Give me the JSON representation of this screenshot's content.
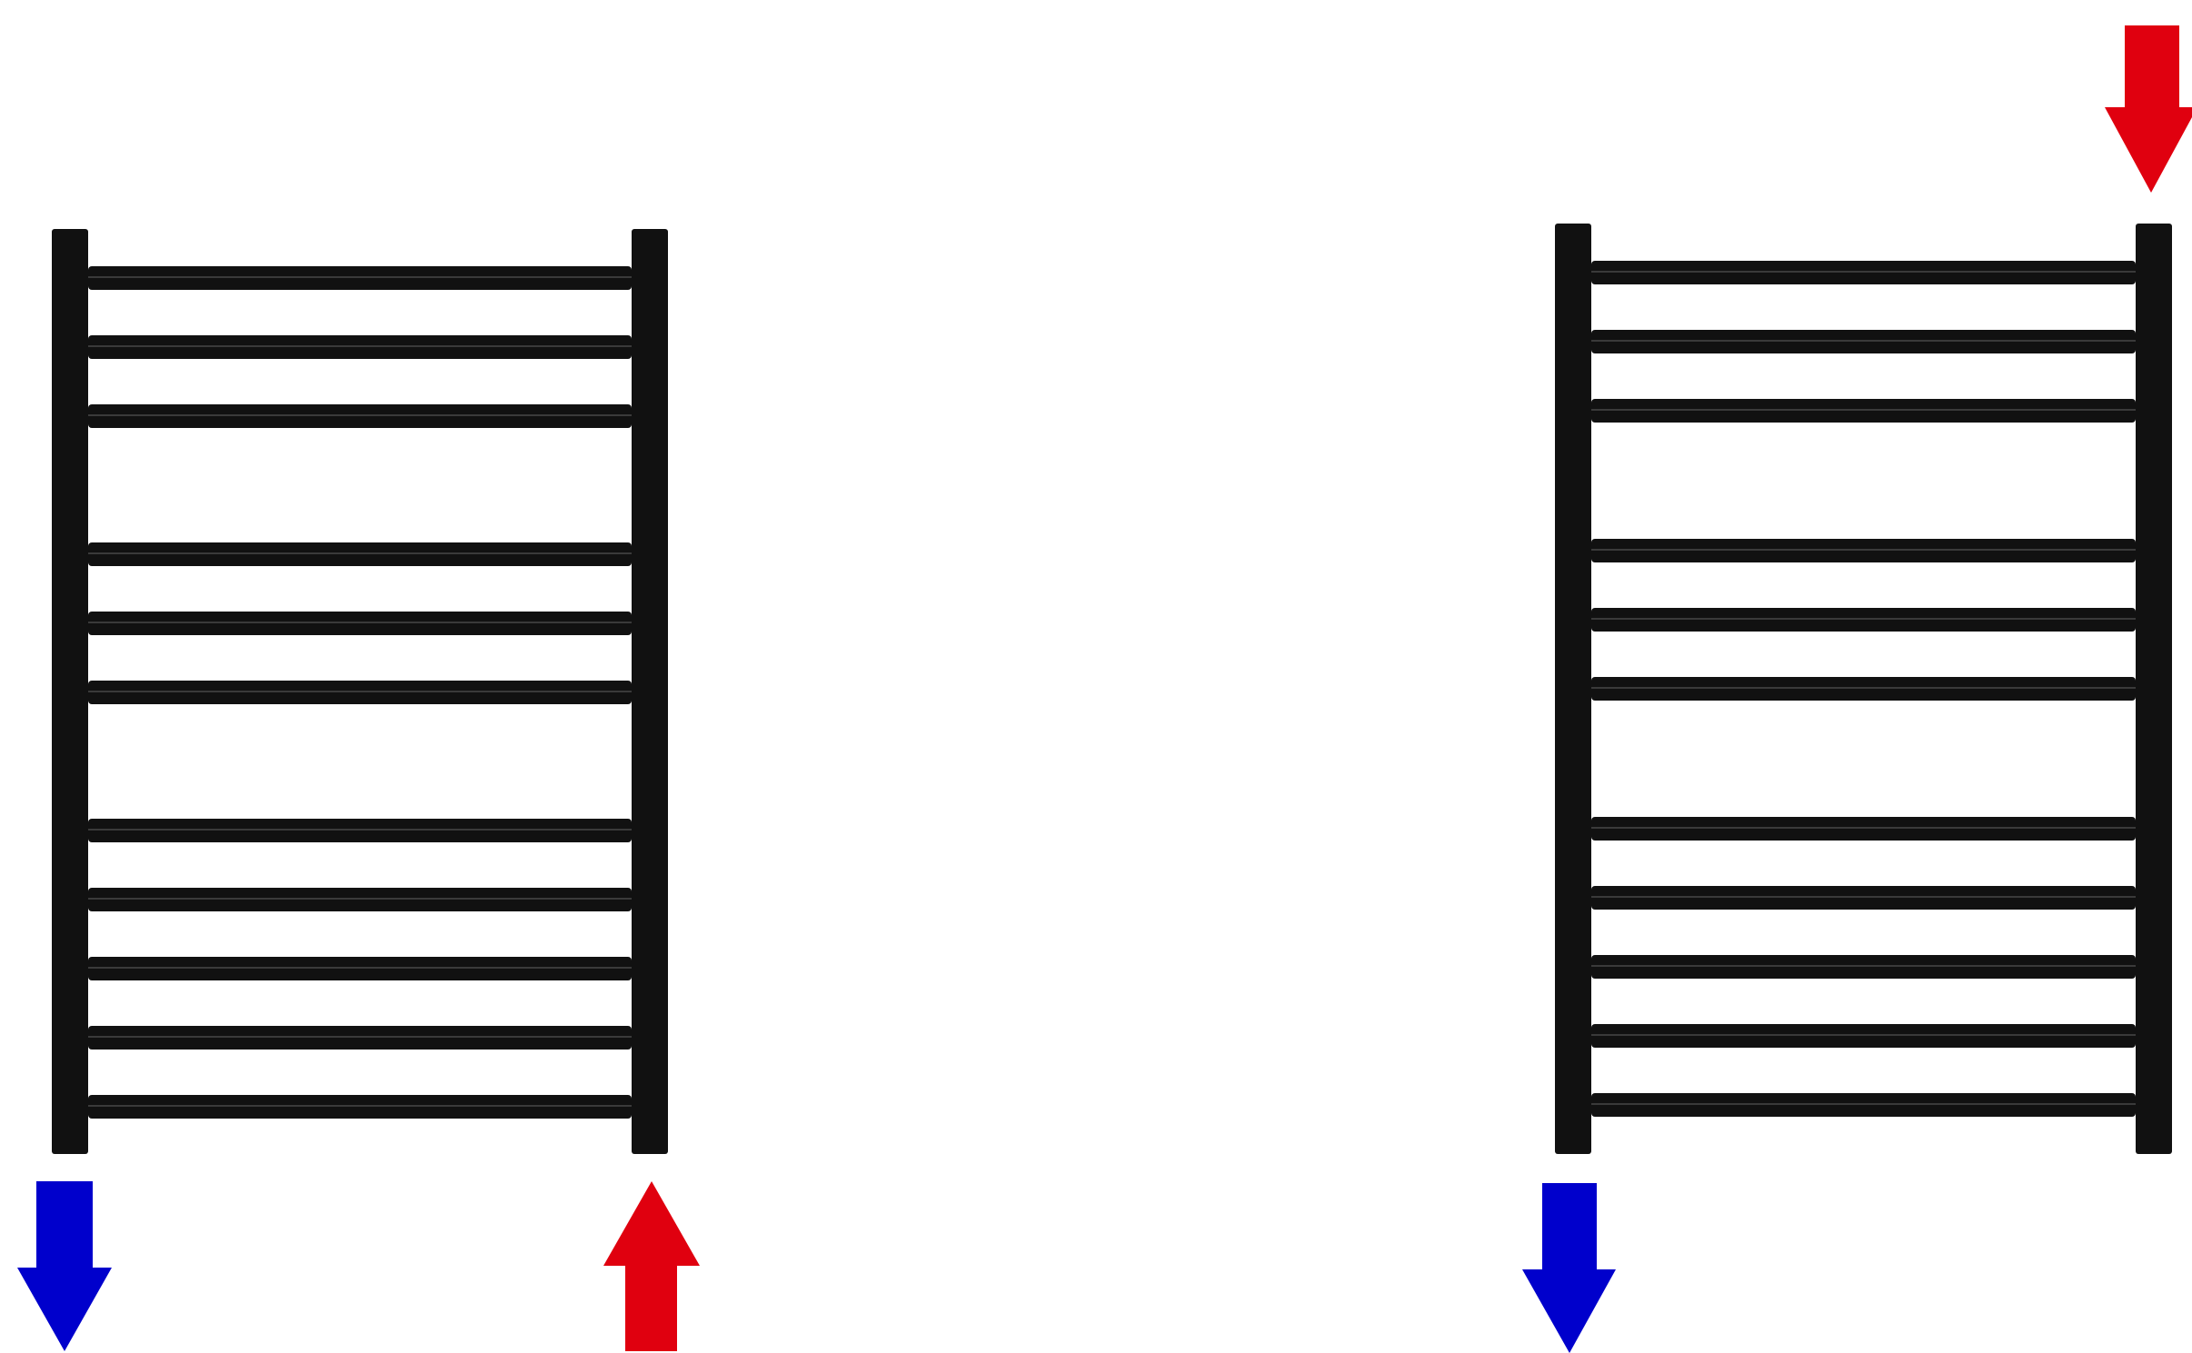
{
  "colors": {
    "background": "#ffffff",
    "rail": "#111111",
    "supply_arrow": "#e0000f",
    "return_arrow": "#0000cc"
  },
  "radiators": [
    {
      "name": "radiator-left",
      "bar_count": 11,
      "arrows": [
        {
          "name": "return-arrow-bottom-left",
          "color": "return_arrow",
          "direction": "down",
          "icon": "arrow-down-icon"
        },
        {
          "name": "supply-arrow-bottom-right",
          "color": "supply_arrow",
          "direction": "up",
          "icon": "arrow-up-icon"
        }
      ]
    },
    {
      "name": "radiator-right",
      "bar_count": 11,
      "arrows": [
        {
          "name": "supply-arrow-top-right",
          "color": "supply_arrow",
          "direction": "down",
          "icon": "arrow-down-icon"
        },
        {
          "name": "return-arrow-bottom-left",
          "color": "return_arrow",
          "direction": "down",
          "icon": "arrow-down-icon"
        }
      ]
    }
  ]
}
